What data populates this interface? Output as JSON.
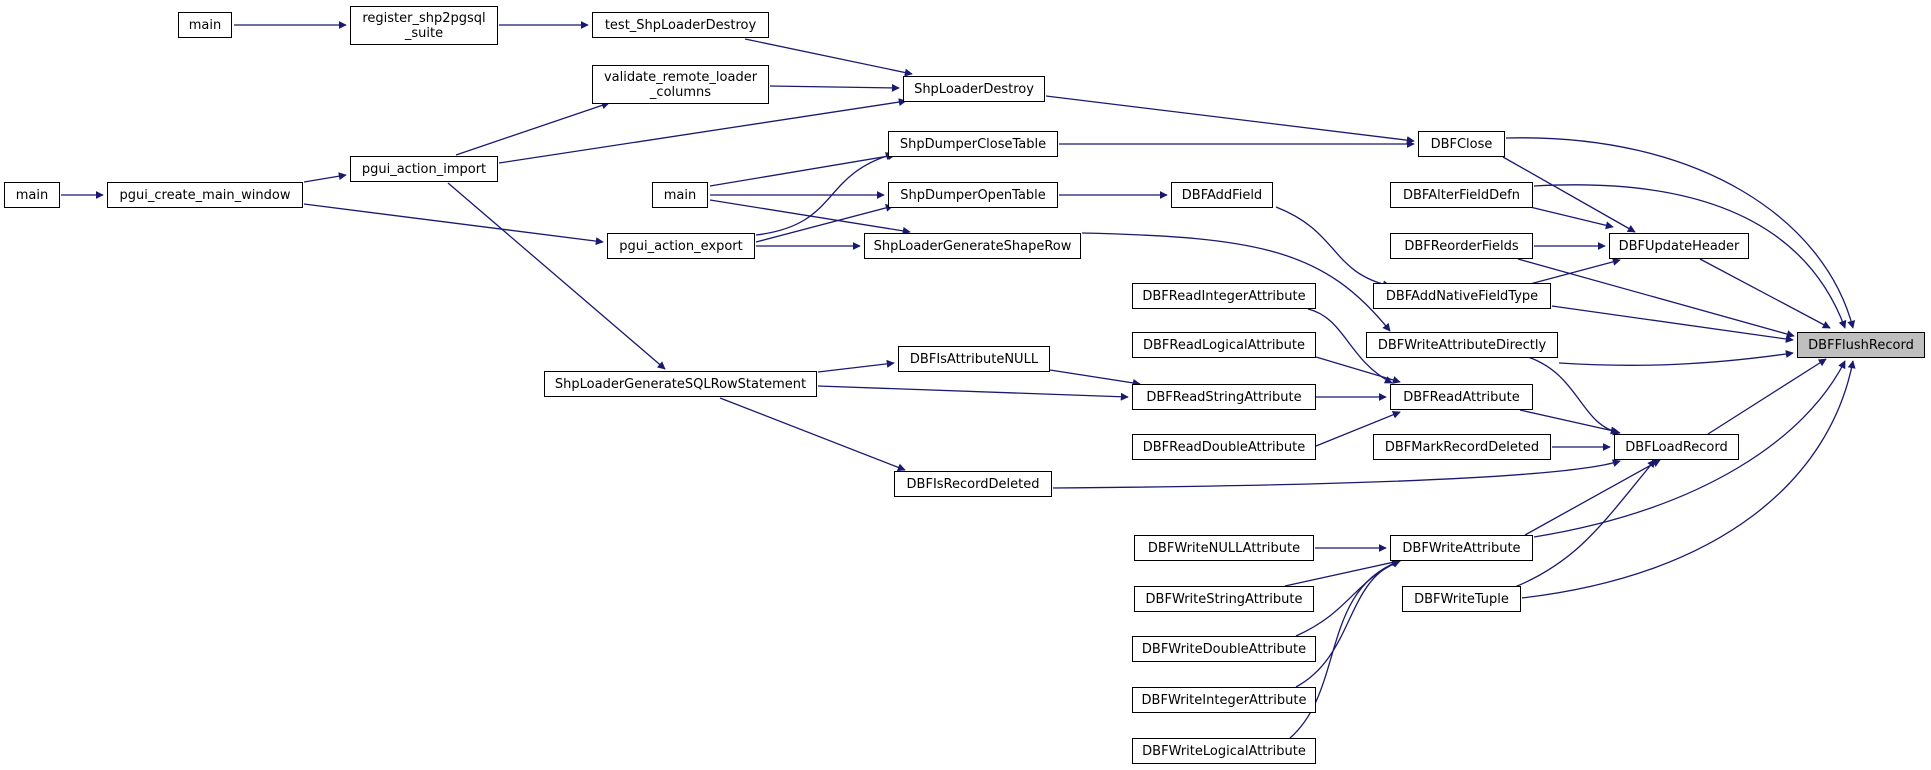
{
  "colors": {
    "edge": "#191970",
    "node_border": "#000000",
    "node_fill": "#ffffff",
    "target_fill": "#bfbfbf"
  },
  "nodes": {
    "main_a": "main",
    "register_shp2pgsql_suite": "register_shp2pgsql\n_suite",
    "test_ShpLoaderDestroy": "test_ShpLoaderDestroy",
    "validate_remote_loader_columns": "validate_remote_loader\n_columns",
    "ShpLoaderDestroy": "ShpLoaderDestroy",
    "main_b": "main",
    "pgui_create_main_window": "pgui_create_main_window",
    "pgui_action_import": "pgui_action_import",
    "ShpDumperCloseTable": "ShpDumperCloseTable",
    "main_c": "main",
    "ShpDumperOpenTable": "ShpDumperOpenTable",
    "pgui_action_export": "pgui_action_export",
    "ShpLoaderGenerateShapeRow": "ShpLoaderGenerateShapeRow",
    "DBFClose": "DBFClose",
    "DBFAlterFieldDefn": "DBFAlterFieldDefn",
    "DBFAddField": "DBFAddField",
    "DBFReorderFields": "DBFReorderFields",
    "DBFUpdateHeader": "DBFUpdateHeader",
    "DBFAddNativeFieldType": "DBFAddNativeFieldType",
    "DBFReadIntegerAttribute": "DBFReadIntegerAttribute",
    "DBFWriteAttributeDirectly": "DBFWriteAttributeDirectly",
    "DBFFlushRecord": "DBFFlushRecord",
    "DBFReadLogicalAttribute": "DBFReadLogicalAttribute",
    "DBFIsAttributeNULL": "DBFIsAttributeNULL",
    "ShpLoaderGenerateSQLRowStatement": "ShpLoaderGenerateSQLRowStatement",
    "DBFReadStringAttribute": "DBFReadStringAttribute",
    "DBFReadAttribute": "DBFReadAttribute",
    "DBFReadDoubleAttribute": "DBFReadDoubleAttribute",
    "DBFMarkRecordDeleted": "DBFMarkRecordDeleted",
    "DBFLoadRecord": "DBFLoadRecord",
    "DBFIsRecordDeleted": "DBFIsRecordDeleted",
    "DBFWriteNULLAttribute": "DBFWriteNULLAttribute",
    "DBFWriteAttribute": "DBFWriteAttribute",
    "DBFWriteStringAttribute": "DBFWriteStringAttribute",
    "DBFWriteTuple": "DBFWriteTuple",
    "DBFWriteDoubleAttribute": "DBFWriteDoubleAttribute",
    "DBFWriteIntegerAttribute": "DBFWriteIntegerAttribute",
    "DBFWriteLogicalAttribute": "DBFWriteLogicalAttribute"
  }
}
